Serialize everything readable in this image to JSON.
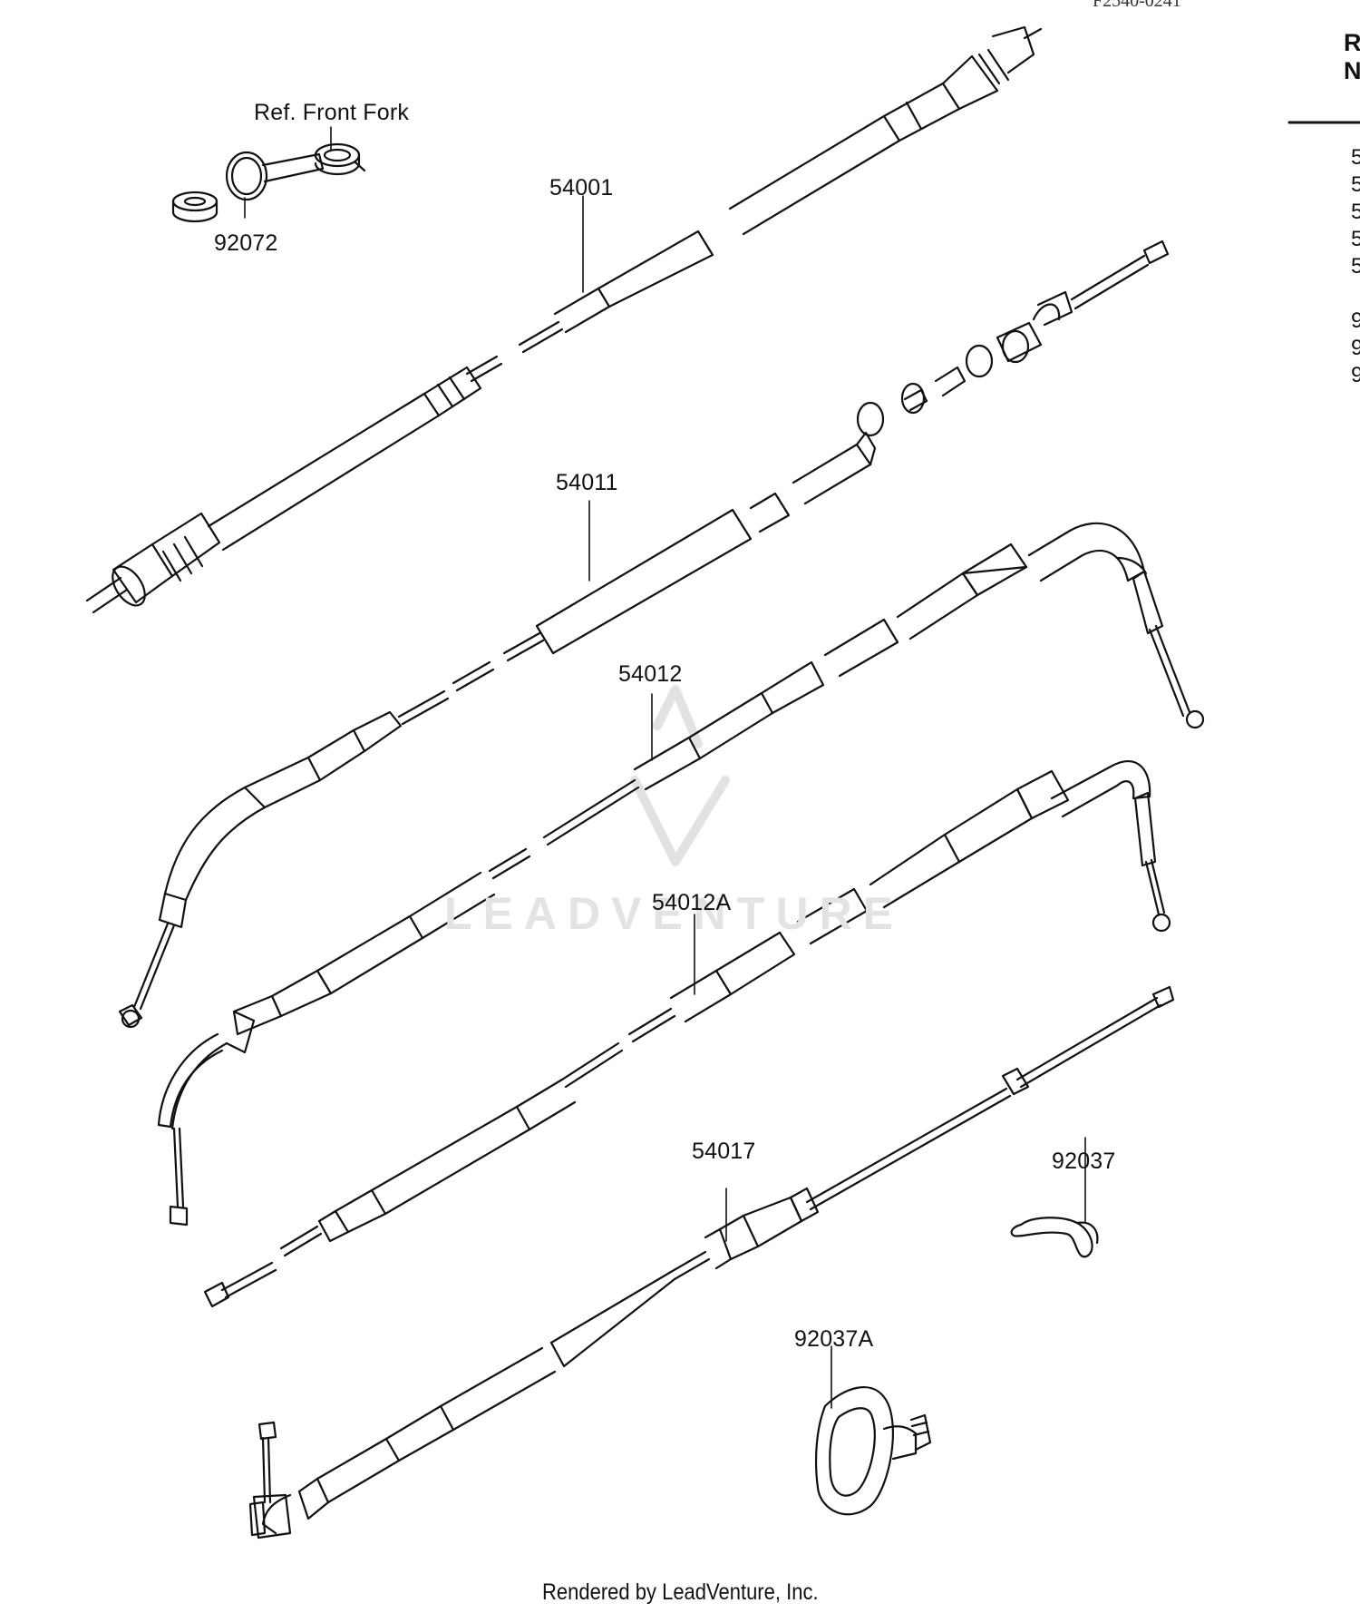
{
  "figure_id": "F2540-0241",
  "callouts": {
    "ref_front_fork": "Ref. Front Fork",
    "p92072": "92072",
    "p54001": "54001",
    "p54011": "54011",
    "p54012": "54012",
    "p54012A": "54012A",
    "p54017": "54017",
    "p92037": "92037",
    "p92037A": "92037A"
  },
  "ref_column": {
    "header_line1": "R",
    "header_line2": "N",
    "items": [
      "5",
      "5",
      "5",
      "5",
      "5",
      "9",
      "9",
      "9"
    ]
  },
  "watermark": "LEADVENTURE",
  "footer": "Rendered by LeadVenture, Inc."
}
